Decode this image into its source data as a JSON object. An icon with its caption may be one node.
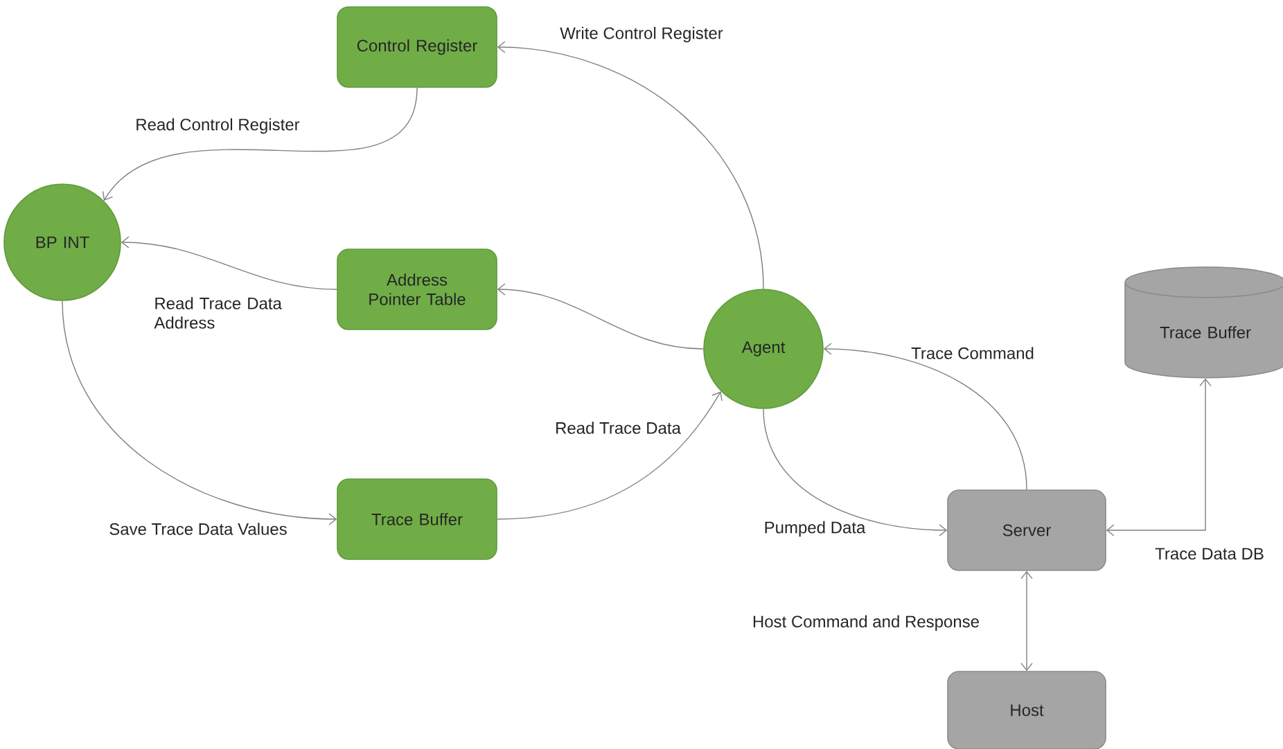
{
  "diagram": {
    "nodes": [
      {
        "text": [
          "Control Register"
        ]
      },
      {
        "text": [
          "BP INT"
        ]
      },
      {
        "text": [
          "Address Pointer Table"
        ]
      },
      {
        "text": [
          "Agent"
        ]
      },
      {
        "text": [
          "Trace Buffer"
        ]
      },
      {
        "text": [
          "Trace Buffer"
        ]
      },
      {
        "text": [
          "Server"
        ]
      },
      {
        "text": [
          "Host"
        ]
      }
    ],
    "edges": [
      {
        "from": 0,
        "to": 1,
        "arrow": "to",
        "label": "Read Control Register"
      },
      {
        "from": 3,
        "to": 0,
        "arrow": "to",
        "label": "Write Control Register"
      },
      {
        "from": 2,
        "to": 1,
        "arrow": "to",
        "label": "Read Trace Data Address"
      },
      {
        "from": 3,
        "to": 2,
        "arrow": "to"
      },
      {
        "from": 1,
        "to": 4,
        "arrow": "to",
        "label": "Save Trace Data Values"
      },
      {
        "from": 4,
        "to": 3,
        "arrow": "to",
        "label": "Read Trace Data"
      },
      {
        "from": 6,
        "to": 3,
        "arrow": "to",
        "label": "Trace Command"
      },
      {
        "from": 3,
        "to": 6,
        "arrow": "to",
        "label": "Pumped Data"
      },
      {
        "from": 6,
        "to": 5,
        "arrow": "both",
        "label": "Trace Data DB"
      },
      {
        "from": 6,
        "to": 7,
        "arrow": "both",
        "label": "Host Command and Response"
      }
    ]
  }
}
